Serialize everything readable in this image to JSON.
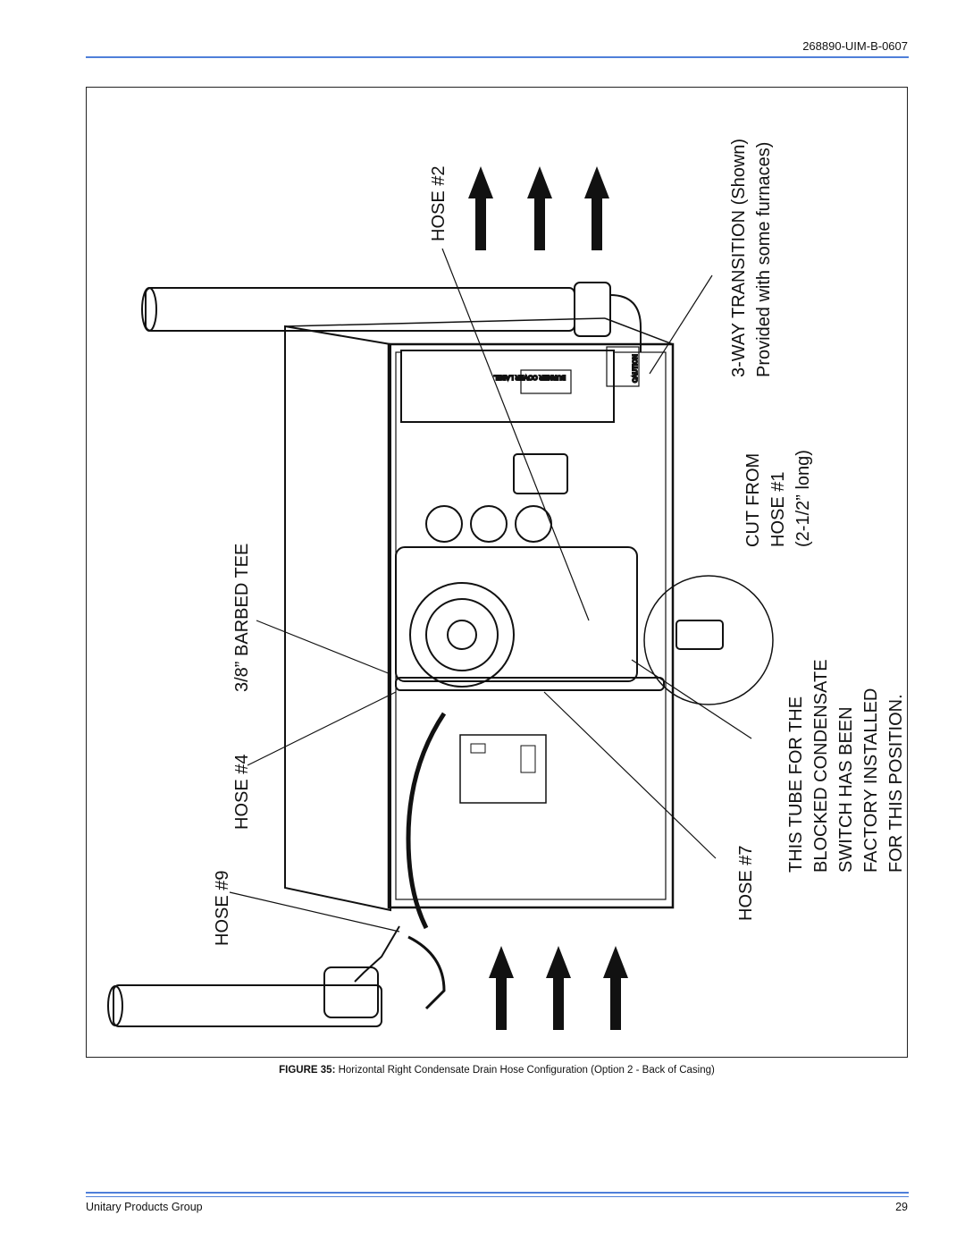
{
  "header": {
    "doc_id": "268890-UIM-B-0607"
  },
  "figure": {
    "labels": {
      "hose2": "HOSE #2",
      "transition_line1": "3-WAY TRANSITION (Shown)",
      "transition_line2": "Provided with some furnaces)",
      "cut_line1": "CUT FROM",
      "cut_line2": "HOSE #1",
      "cut_line3": "(2-1/2” long)",
      "barbed_tee": "3/8” BARBED TEE",
      "hose4": "HOSE #4",
      "hose9": "HOSE #9",
      "hose7": "HOSE #7",
      "tube_line1": "THIS TUBE FOR THE",
      "tube_line2": "BLOCKED CONDENSATE",
      "tube_line3": "SWITCH HAS BEEN",
      "tube_line4": "FACTORY INSTALLED",
      "tube_line5": "FOR THIS POSITION.",
      "burner_cover_label": "BURNER COVER LABEL",
      "caution_label": "CAUTION"
    }
  },
  "caption": {
    "prefix": "FIGURE 35:",
    "text": "Horizontal Right Condensate Drain Hose Configuration (Option 2 - Back of Casing)"
  },
  "footer": {
    "company": "Unitary Products Group",
    "page": "29"
  }
}
